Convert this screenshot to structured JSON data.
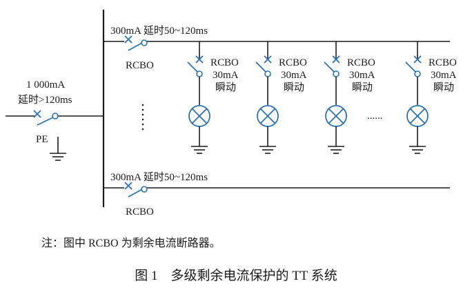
{
  "main_breaker": {
    "rating": "1 000mA",
    "delay": "延时>120ms"
  },
  "pe_label": "PE",
  "upper_feeder": {
    "label": "300mA  延时50~120ms",
    "device": "RCBO"
  },
  "lower_feeder": {
    "label": "300mA  延时50~120ms",
    "device": "RCBO"
  },
  "branches": [
    {
      "device": "RCBO",
      "rating": "30mA",
      "mode": "瞬动"
    },
    {
      "device": "RCBO",
      "rating": "30mA",
      "mode": "瞬动"
    },
    {
      "device": "RCBO",
      "rating": "30mA",
      "mode": "瞬动"
    },
    {
      "device": "RCBO",
      "rating": "30mA",
      "mode": "瞬动"
    }
  ],
  "ellipsis_between_loads": "......",
  "note": "注：图中 RCBO 为剩余电流断路器。",
  "caption": "图 1    多级剩余电流保护的 TT 系统",
  "colors": {
    "device": "#2a72b5",
    "wire": "#1a1a1a"
  }
}
